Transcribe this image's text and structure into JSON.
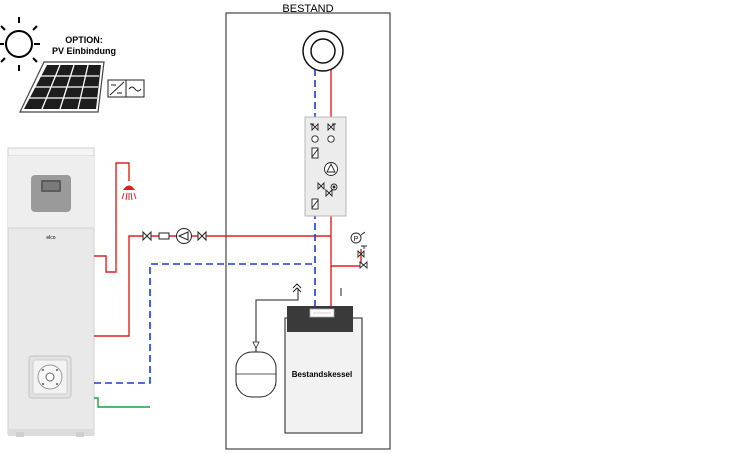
{
  "labels": {
    "existing_system": "BESTAND",
    "option_line1": "OPTION:",
    "option_line2": "PV Einbindung",
    "brand": "elco",
    "boiler": "Bestandskessel"
  },
  "colors": {
    "hot_line": "#e02020",
    "return_line": "#1a3fd0",
    "green_line": "#1aa33a",
    "frame": "#222222",
    "unit_gray": "#e9e9e9",
    "boiler_body": "#f2f2f2",
    "boiler_top": "#3a3a3a"
  },
  "icons": [
    "sun-icon",
    "pv-panel-icon",
    "inverter-icon",
    "shower-icon",
    "pump-icon",
    "valve-icon",
    "pressure-gauge-icon",
    "expansion-vessel-icon",
    "vent-icon",
    "thermometer-icon"
  ]
}
